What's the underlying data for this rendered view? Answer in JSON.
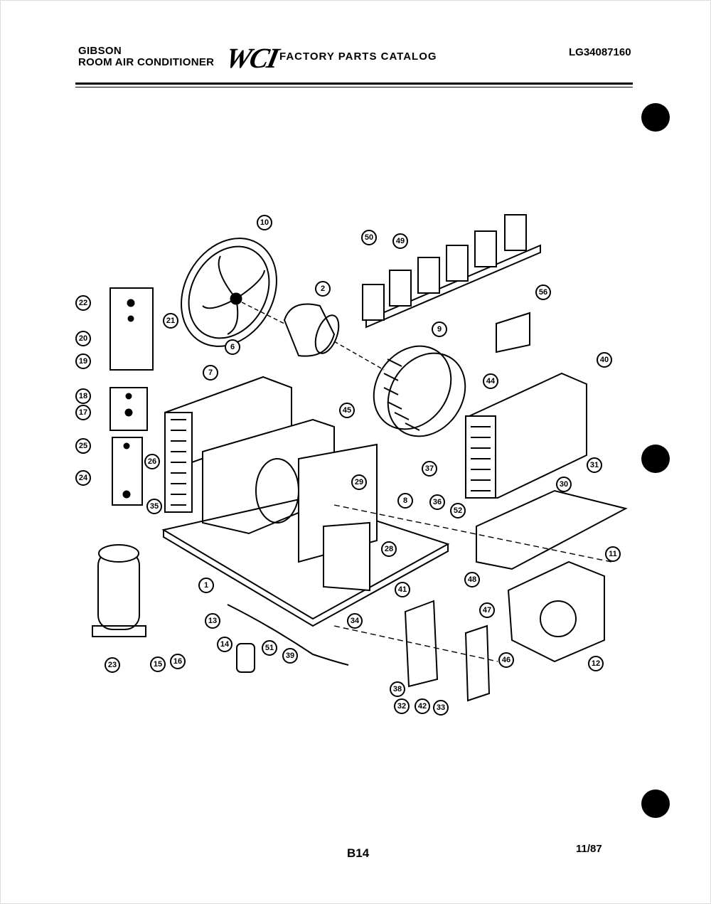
{
  "header": {
    "brand_line1": "GIBSON",
    "brand_line2": "ROOM AIR CONDITIONER",
    "logo": "WCI",
    "catalog_title": "FACTORY PARTS CATALOG",
    "model_number": "LG34087160"
  },
  "footer": {
    "page_number": "B14",
    "date": "11/87"
  },
  "callouts": [
    "1",
    "2",
    "6",
    "7",
    "8",
    "9",
    "10",
    "11",
    "12",
    "13",
    "14",
    "15",
    "16",
    "17",
    "18",
    "19",
    "20",
    "21",
    "22",
    "23",
    "24",
    "25",
    "26",
    "28",
    "29",
    "30",
    "31",
    "32",
    "33",
    "34",
    "35",
    "36",
    "37",
    "38",
    "39",
    "40",
    "41",
    "42",
    "44",
    "45",
    "46",
    "47",
    "48",
    "49",
    "50",
    "51",
    "52",
    "56"
  ]
}
